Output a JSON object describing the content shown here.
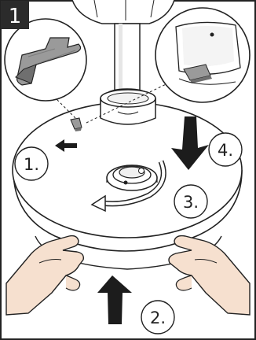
{
  "figure": {
    "step_number": "1",
    "callouts": [
      "1.",
      "2.",
      "3.",
      "4."
    ]
  },
  "colors": {
    "outline": "#222222",
    "background": "#ffffff",
    "badge_fill": "#2b2b2b",
    "badge_text": "#ffffff",
    "arrow_fill": "#1c1c1c",
    "tab_fill": "#9a9a9a",
    "tab_shade": "#6f6f6f",
    "skin": "#f6e0cf",
    "pole_shade": "#e6e6e6"
  },
  "icons": {
    "step_badge": "square-badge",
    "zoom_left": "magnifier-circle-tab",
    "zoom_right": "magnifier-circle-latch",
    "arrow_up": "thick-up-arrow",
    "arrow_down": "thick-down-arrow",
    "arrow_left": "small-left-arrow",
    "rotate": "curved-rotate-arrow"
  }
}
